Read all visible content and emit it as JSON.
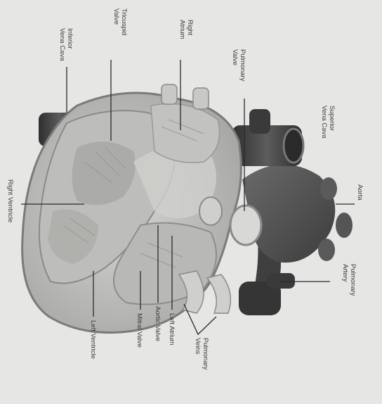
{
  "diagram": {
    "labels": {
      "tricuspid_valve": [
        "Tricuspid",
        "Valve"
      ],
      "right_atrium": [
        "Right",
        "Atrium"
      ],
      "inferior_vena_cava": [
        "Inferior",
        "Vena Cava"
      ],
      "pulmonary_valve": [
        "Pulmonary",
        "Valve"
      ],
      "superior_vena_cava": [
        "Superior",
        "Vena Cava"
      ],
      "aorta": [
        "Aorta"
      ],
      "pulmonary_artery": [
        "Pulmonary",
        "Artery"
      ],
      "right_ventricle": [
        "Right Ventricle"
      ],
      "left_ventricle": [
        "Left Ventricle"
      ],
      "mitral_valve": [
        "Mitral Valve"
      ],
      "aortic_valve": [
        "Aortic Valve"
      ],
      "left_atrium": [
        "Left Atrium"
      ],
      "pulmonary_veins": [
        "Pulmonary",
        "Veins"
      ]
    },
    "colors": {
      "background": "#e6e6e4",
      "vessel_dark": "#4a4a4a",
      "heart_light": "#c9c9c7",
      "label_text": "#3a3a3a"
    }
  }
}
